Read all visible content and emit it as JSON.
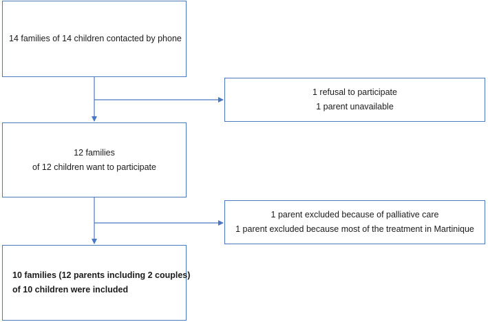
{
  "flowchart": {
    "step1": {
      "lines": [
        "14 families of 14 children contacted by phone"
      ]
    },
    "exclusion1": {
      "lines": [
        "1 refusal to participate",
        "1 parent unavailable"
      ]
    },
    "step2": {
      "lines": [
        "12 families",
        "of 12 children want to participate"
      ]
    },
    "exclusion2": {
      "lines": [
        "1 parent excluded because of palliative care",
        "1 parent excluded because most of the treatment in Martinique"
      ]
    },
    "step3": {
      "lines": [
        "10 families (12 parents including 2 couples)",
        "of 10 children were included"
      ]
    }
  },
  "colors": {
    "border": "#4a78c0",
    "arrow": "#4a78c0",
    "text": "#1a1a1a"
  }
}
